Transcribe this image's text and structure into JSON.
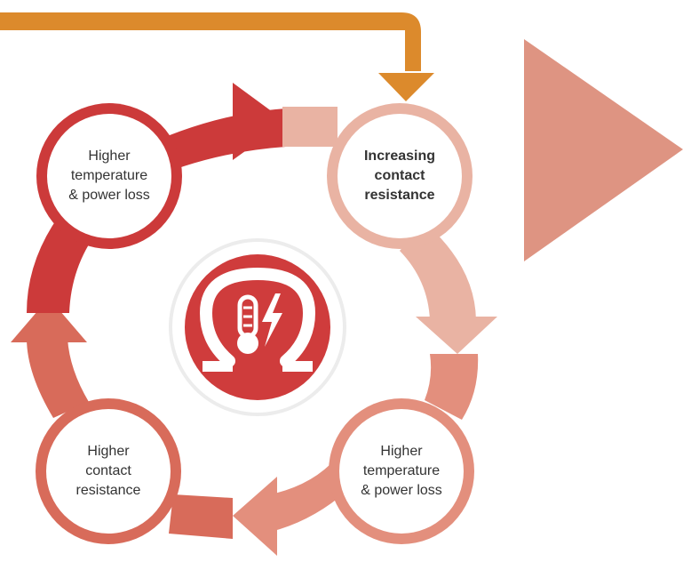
{
  "colors": {
    "feedback_arrow": "#dc8a2c",
    "play_triangle": "#de9482",
    "cycle_red": "#cc3a3a",
    "cycle_pink": "#e9b3a3",
    "cycle_salmon": "#e38f7d",
    "cycle_coral": "#d86b5a",
    "center_badge": "#cf3c3c"
  },
  "icons": {
    "center": "ohm-thermometer-lightning-icon"
  },
  "nodes": {
    "top_left": {
      "line1": "Higher",
      "line2": "temperature",
      "line3": "& power loss"
    },
    "top_right": {
      "line1": "Increasing",
      "line2": "contact",
      "line3": "resistance"
    },
    "bottom_right": {
      "line1": "Higher",
      "line2": "temperature",
      "line3": "& power loss"
    },
    "bottom_left": {
      "line1": "Higher",
      "line2": "contact",
      "line3": "resistance"
    }
  }
}
